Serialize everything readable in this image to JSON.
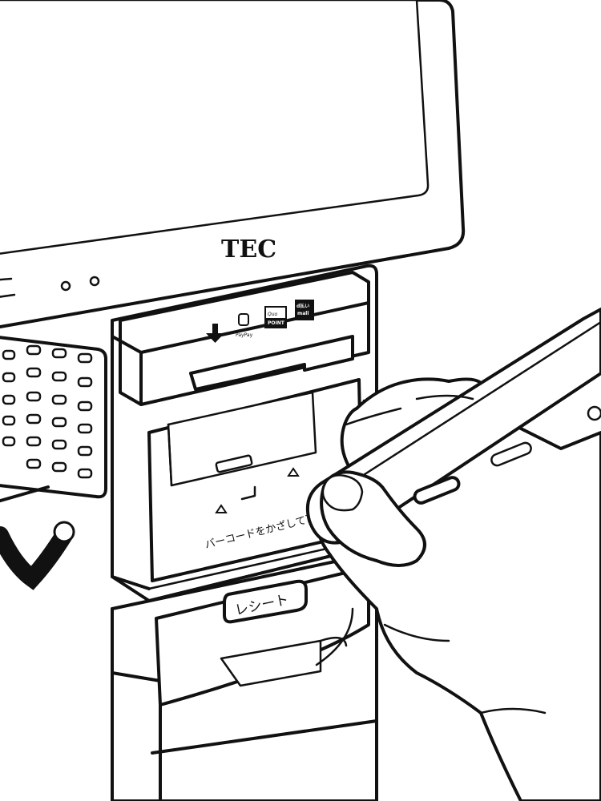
{
  "brand": {
    "name": "TEC"
  },
  "payment_logos": {
    "paypay": "PayPay",
    "qu_top": "Quo",
    "qu_bottom": "POINT",
    "d_top": "d払い",
    "d_bottom": "mall"
  },
  "scanner": {
    "instruction": "バーコードをかざして下さい"
  },
  "receipt": {
    "label": "レシート"
  },
  "colors": {
    "line": "#111111",
    "paper": "#ffffff"
  }
}
